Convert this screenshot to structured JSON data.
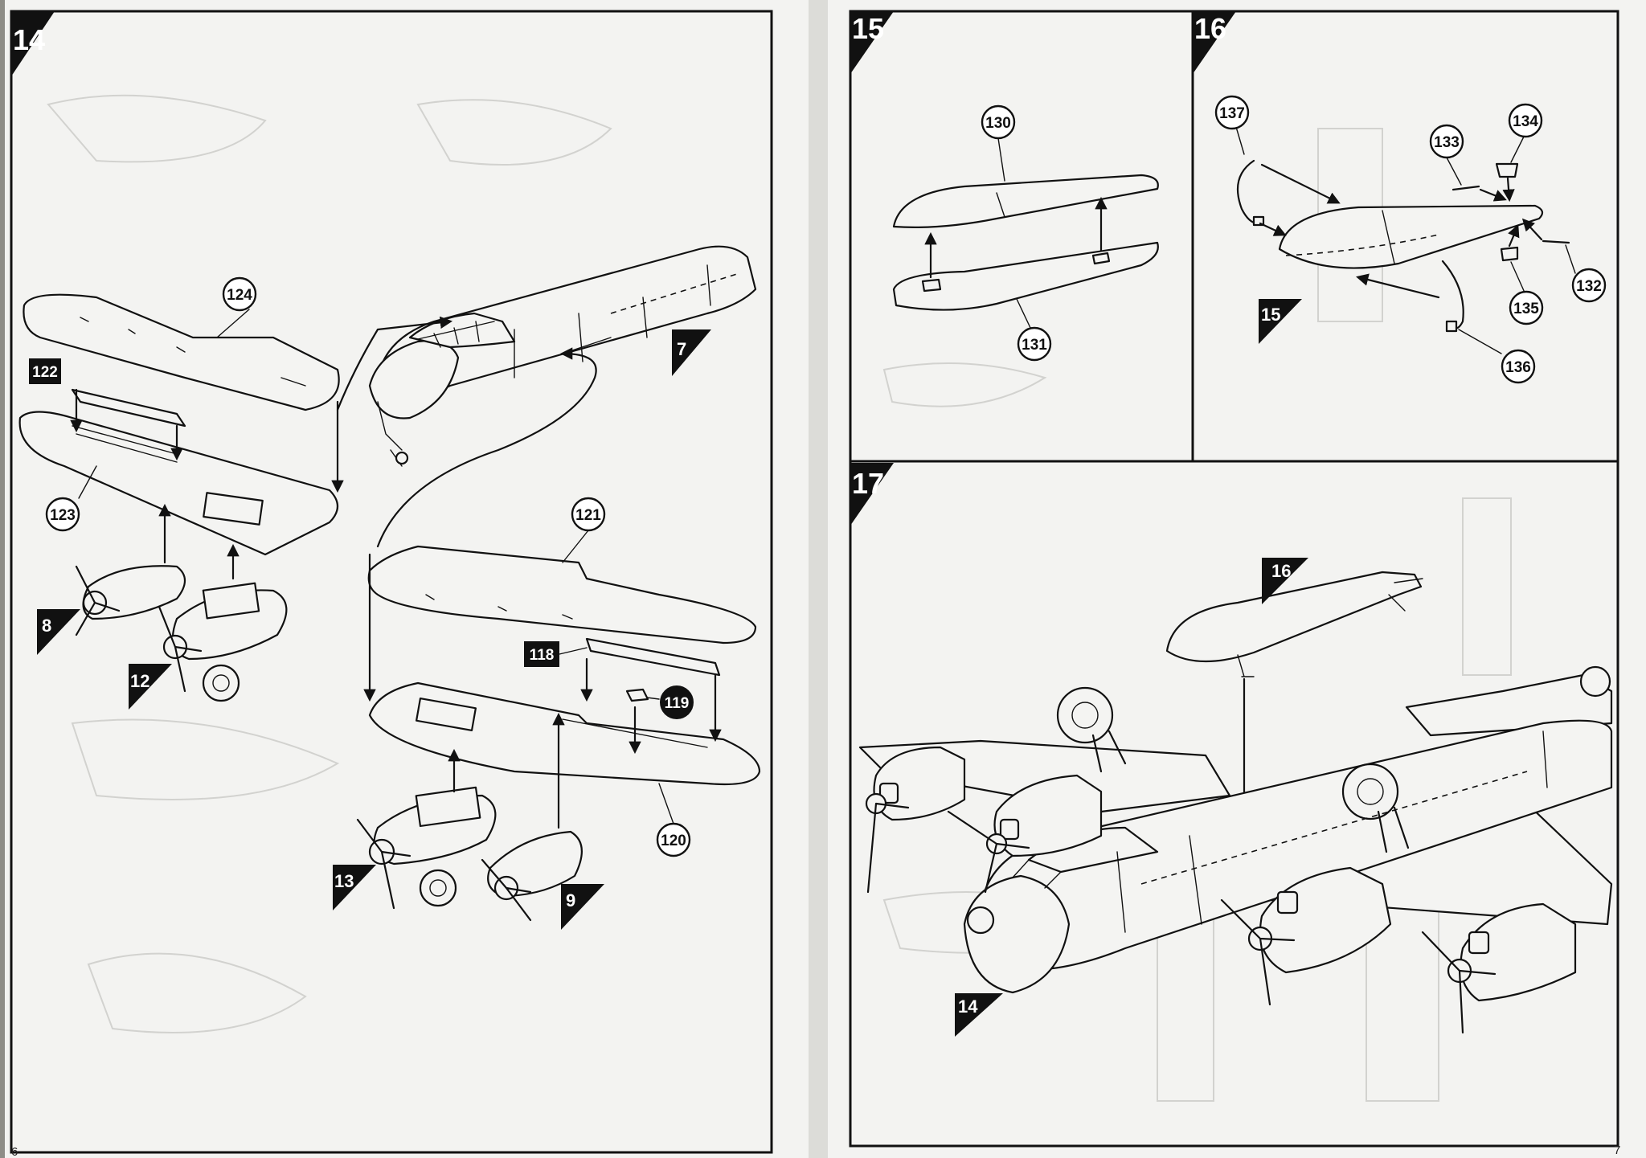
{
  "steps": [
    {
      "number": "14"
    },
    {
      "number": "15"
    },
    {
      "number": "16"
    },
    {
      "number": "17"
    }
  ],
  "step14": {
    "parts": [
      "124",
      "123",
      "121",
      "120"
    ],
    "inserts": [
      "122",
      "118",
      "119"
    ],
    "sub_assemblies": [
      "7",
      "8",
      "12",
      "13",
      "9"
    ]
  },
  "step15": {
    "parts": [
      "130",
      "131"
    ]
  },
  "step16": {
    "parts": [
      "137",
      "133",
      "134",
      "132",
      "135",
      "136"
    ],
    "sub_assemblies": [
      "15"
    ]
  },
  "step17": {
    "sub_assemblies": [
      "16",
      "14"
    ]
  },
  "page_numbers": {
    "left": "6",
    "right": "7"
  },
  "colors": {
    "page": "#f4f4f2",
    "background": "#8e8d87",
    "ink": "#111111"
  }
}
